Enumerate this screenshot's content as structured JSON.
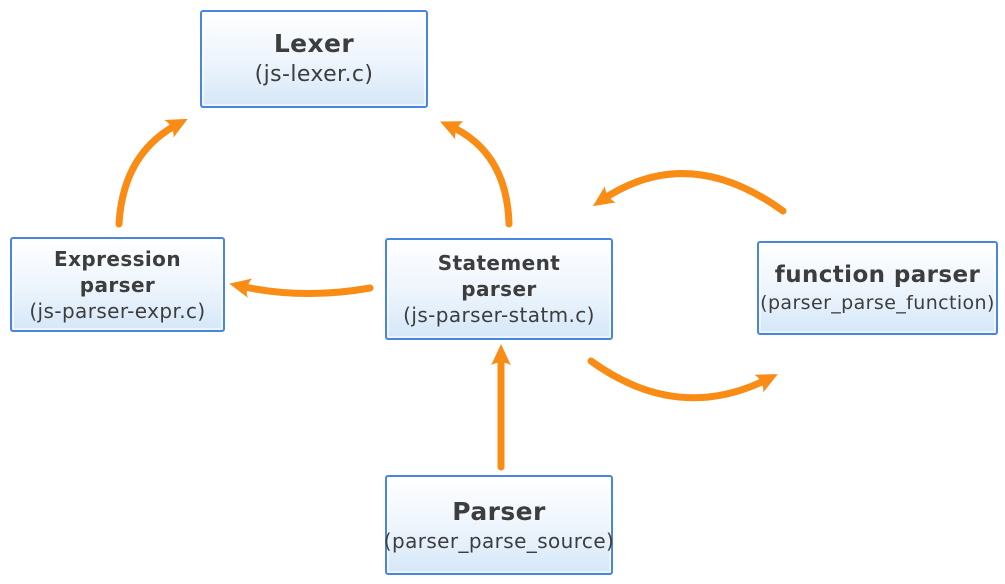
{
  "nodes": {
    "lexer": {
      "title": "Lexer",
      "subtitle": "(js-lexer.c)"
    },
    "expression_parser": {
      "line1": "Expression",
      "line2": "parser",
      "subtitle": "(js-parser-expr.c)"
    },
    "statement_parser": {
      "line1": "Statement",
      "line2": "parser",
      "subtitle": "(js-parser-statm.c)"
    },
    "function_parser": {
      "title": "function parser",
      "subtitle": "(parser_parse_function)"
    },
    "parser": {
      "title": "Parser",
      "subtitle": "(parser_parse_source)"
    }
  },
  "edges": [
    {
      "from": "expression_parser",
      "to": "lexer"
    },
    {
      "from": "statement_parser",
      "to": "lexer"
    },
    {
      "from": "statement_parser",
      "to": "expression_parser"
    },
    {
      "from": "function_parser",
      "to": "statement_parser"
    },
    {
      "from": "statement_parser",
      "to": "function_parser"
    },
    {
      "from": "parser",
      "to": "statement_parser"
    }
  ],
  "colors": {
    "arrow": "#F98C14",
    "node_border": "#4A86E0",
    "node_fill_top": "#FFFFFF",
    "node_fill_mid": "#ECF4FC",
    "node_fill_bottom": "#D5E7F8",
    "text": "#3D3D3D",
    "background": "#FFFFFF"
  }
}
